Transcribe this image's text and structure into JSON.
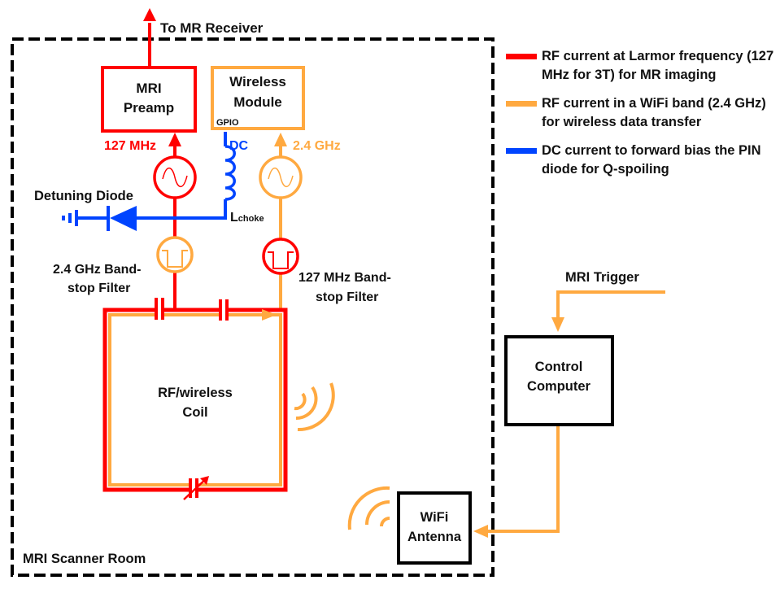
{
  "colors": {
    "rf_larmor": "#ff0000",
    "rf_wifi": "#ffa940",
    "dc": "#0044ff",
    "box_border": "#000000"
  },
  "labels": {
    "to_receiver": "To MR Receiver",
    "preamp_line1": "MRI",
    "preamp_line2": "Preamp",
    "module_line1": "Wireless",
    "module_line2": "Module",
    "gpio": "GPIO",
    "freq_127": "127 MHz",
    "dc": "DC",
    "freq_24": "2.4 GHz",
    "detuning_diode": "Detuning Diode",
    "lchoke_main": "L",
    "lchoke_sub": "choke",
    "filter_24_line1": "2.4 GHz Band-",
    "filter_24_line2": "stop Filter",
    "filter_127_line1": "127 MHz Band-",
    "filter_127_line2": "stop Filter",
    "coil_line1": "RF/wireless",
    "coil_line2": "Coil",
    "scanner_room": "MRI Scanner Room",
    "mri_trigger": "MRI Trigger",
    "control_line1": "Control",
    "control_line2": "Computer",
    "antenna_line1": "WiFi",
    "antenna_line2": "Antenna"
  },
  "legend": [
    {
      "key": "rf_larmor",
      "text": "RF current at Larmor frequency (127 MHz for 3T) for MR imaging"
    },
    {
      "key": "rf_wifi",
      "text": "RF current in a WiFi band (2.4 GHz) for wireless data transfer"
    },
    {
      "key": "dc",
      "text": "DC current to forward bias the PIN diode for Q-spoiling"
    }
  ]
}
